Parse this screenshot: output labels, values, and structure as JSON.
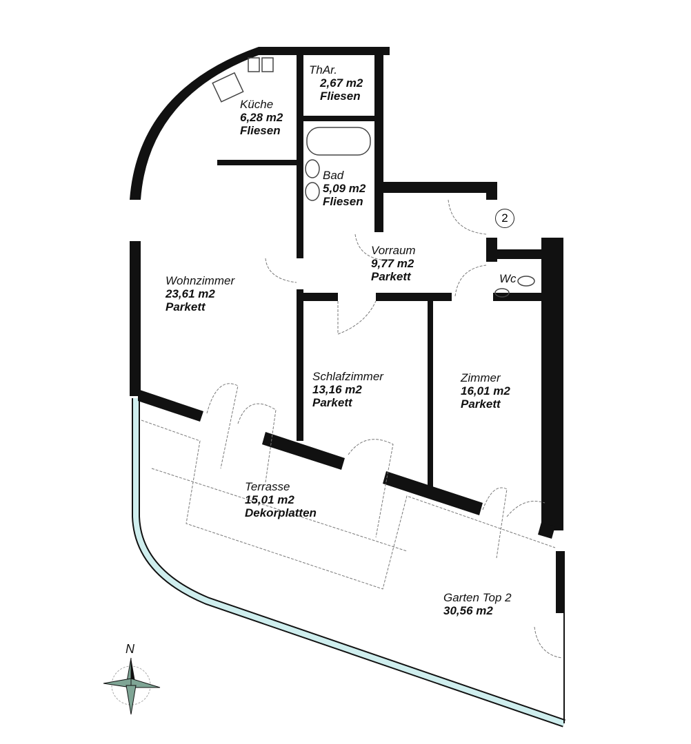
{
  "plan": {
    "unit_number": "2",
    "compass_label": "N",
    "rooms": [
      {
        "id": "kueche",
        "name": "Küche",
        "area": "6,28 m2",
        "floor": "Fliesen"
      },
      {
        "id": "abstellraum",
        "name": "ThAr.",
        "area": "2,67 m2",
        "floor": "Fliesen"
      },
      {
        "id": "bad",
        "name": "Bad",
        "area": "5,09 m2",
        "floor": "Fliesen"
      },
      {
        "id": "vorraum",
        "name": "Vorraum",
        "area": "9,77 m2",
        "floor": "Parkett"
      },
      {
        "id": "wc",
        "name": "Wc",
        "area": "",
        "floor": ""
      },
      {
        "id": "wohnzimmer",
        "name": "Wohnzimmer",
        "area": "23,61 m2",
        "floor": "Parkett"
      },
      {
        "id": "schlafzimmer",
        "name": "Schlafzimmer",
        "area": "13,16 m2",
        "floor": "Parkett"
      },
      {
        "id": "zimmer",
        "name": "Zimmer",
        "area": "16,01 m2",
        "floor": "Parkett"
      },
      {
        "id": "terrasse",
        "name": "Terrasse",
        "area": "15,01 m2",
        "floor": "Dekorplatten"
      },
      {
        "id": "garten",
        "name": "Garten Top 2",
        "area": "30,56 m2",
        "floor": ""
      }
    ],
    "colors": {
      "wall": "#111111",
      "garden_edge": "#cfeeee",
      "dash": "#777777",
      "compass": "#7fa595"
    }
  }
}
